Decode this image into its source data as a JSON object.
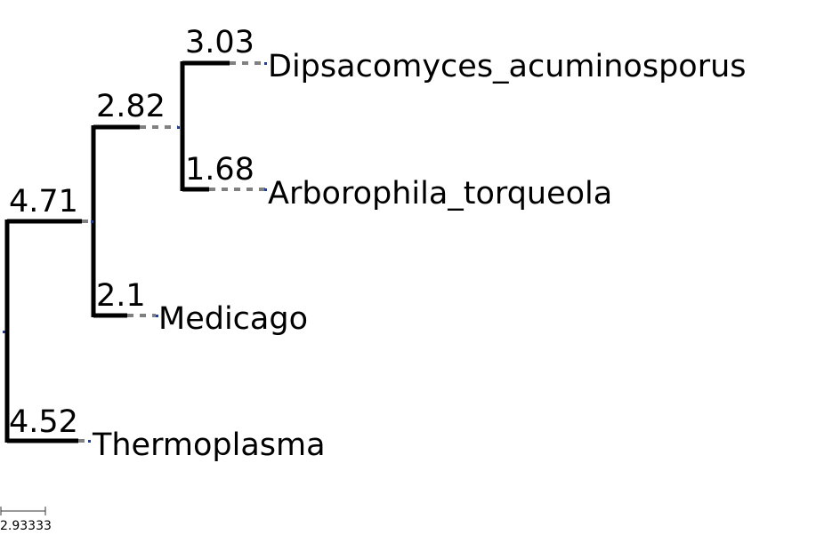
{
  "tree": {
    "taxa": [
      {
        "id": "t1",
        "name": "Dipsacomyces_acuminosporus"
      },
      {
        "id": "t2",
        "name": "Arborophila_torqueola"
      },
      {
        "id": "t3",
        "name": "Medicago"
      },
      {
        "id": "t4",
        "name": "Thermoplasma"
      }
    ],
    "branch_lengths": [
      {
        "id": "b1",
        "value": "3.03"
      },
      {
        "id": "b2",
        "value": "1.68"
      },
      {
        "id": "b3",
        "value": "2.82"
      },
      {
        "id": "b4",
        "value": "2.1"
      },
      {
        "id": "b5",
        "value": "4.71"
      },
      {
        "id": "b6",
        "value": "4.52"
      }
    ],
    "scale_bar": {
      "value": "2.93333"
    },
    "colors": {
      "branch": "#000000",
      "extension": "#808080",
      "node": "#1f3f9f"
    }
  }
}
